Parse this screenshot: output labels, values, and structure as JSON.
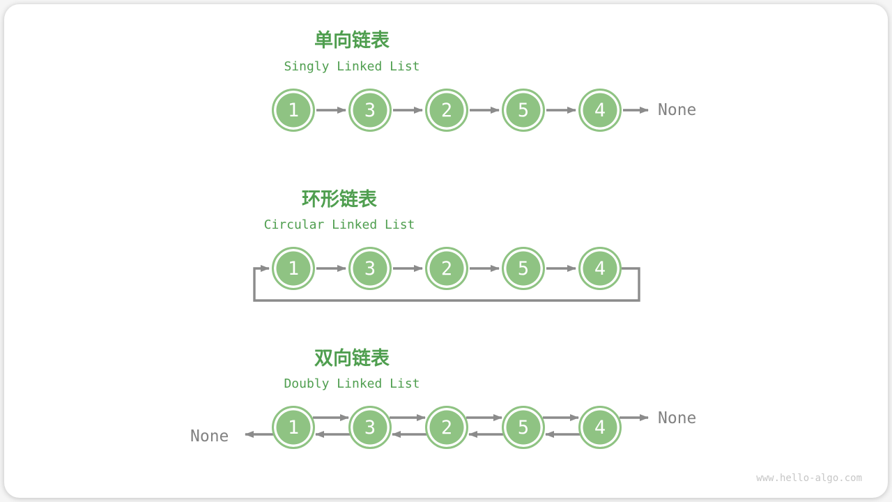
{
  "page": {
    "watermark": "www.hello-algo.com"
  },
  "colors": {
    "title_green": "#4f9e4f",
    "node_fill_green": "#8fc383",
    "node_ring_white": "#ffffff",
    "node_text_white": "#ffffff",
    "arrow_gray": "#8b8b8b",
    "none_label_gray": "#828282",
    "watermark_gray": "#c6c6c6",
    "card_background": "#ffffff"
  },
  "lists": [
    {
      "id": "singly",
      "title_zh": "单向链表",
      "title_en": "Singly Linked List",
      "nodes": [
        "1",
        "3",
        "2",
        "5",
        "4"
      ],
      "tail_label": "None"
    },
    {
      "id": "circular",
      "title_zh": "环形链表",
      "title_en": "Circular Linked List",
      "nodes": [
        "1",
        "3",
        "2",
        "5",
        "4"
      ]
    },
    {
      "id": "doubly",
      "title_zh": "双向链表",
      "title_en": "Doubly Linked List",
      "nodes": [
        "1",
        "3",
        "2",
        "5",
        "4"
      ],
      "head_label": "None",
      "tail_label": "None"
    }
  ]
}
